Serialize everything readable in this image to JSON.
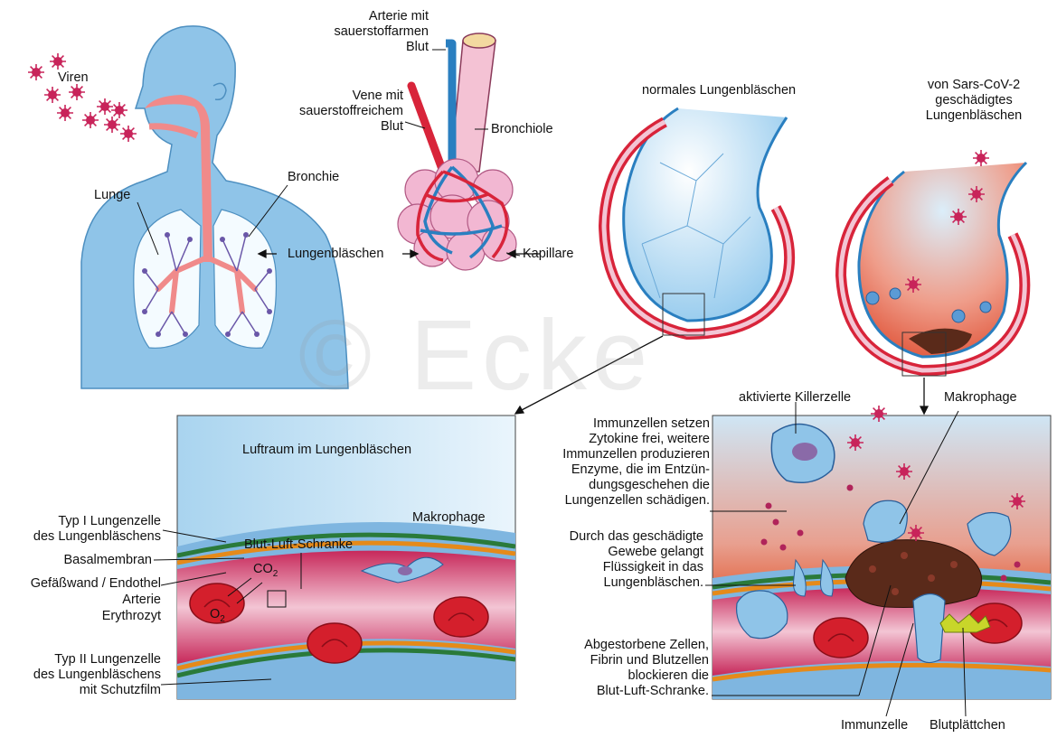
{
  "labels": {
    "viren": "Viren",
    "lunge": "Lunge",
    "bronchie": "Bronchie",
    "lungenblaeschen": "Lungenbläschen",
    "arterie_sauerstoffarm_1": "Arterie mit",
    "arterie_sauerstoffarm_2": "sauerstoffarmen",
    "arterie_sauerstoffarm_3": "Blut",
    "vene_sauerstoffreich_1": "Vene mit",
    "vene_sauerstoffreich_2": "sauerstoffreichem",
    "vene_sauerstoffreich_3": "Blut",
    "bronchiole": "Bronchiole",
    "kapillare": "Kapillare",
    "normales_lungenblaeschen": "normales Lungenbläschen",
    "geschaedigt_1": "von Sars-CoV-2",
    "geschaedigt_2": "geschädigtes",
    "geschaedigt_3": "Lungenbläschen",
    "luftraum": "Luftraum im Lungenbläschen",
    "makrophage_left": "Makrophage",
    "blut_luft_schranke": "Blut-Luft-Schranke",
    "co2": "CO",
    "co2_sub": "2",
    "o2": "O",
    "o2_sub": "2",
    "typ1_1": "Typ I Lungenzelle",
    "typ1_2": "des Lungenbläschens",
    "basalmembran": "Basalmembran",
    "gefaesswand": "Gefäßwand / Endothel",
    "arterie": "Arterie",
    "erythrozyt": "Erythrozyt",
    "typ2_1": "Typ II Lungenzelle",
    "typ2_2": "des Lungenbläschens",
    "typ2_3": "mit Schutzfilm",
    "killerzelle": "aktivierte Killerzelle",
    "makrophage_right": "Makrophage",
    "immun_1": "Immunzellen setzen",
    "immun_2": "Zytokine frei, weitere",
    "immun_3": "Immunzellen produzieren",
    "immun_4": "Enzyme, die im Entzün-",
    "immun_5": "dungsgeschehen die",
    "immun_6": "Lungenzellen schädigen.",
    "gewebe_1": "Durch das geschädigte",
    "gewebe_2": "Gewebe gelangt",
    "gewebe_3": "Flüssigkeit in das",
    "gewebe_4": "Lungenbläschen.",
    "abgest_1": "Abgestorbene Zellen,",
    "abgest_2": "Fibrin und Blutzellen",
    "abgest_3": "blockieren die",
    "abgest_4": "Blut-Luft-Schranke.",
    "immunzelle": "Immunzelle",
    "blutplaettchen": "Blutplättchen",
    "watermark": "© Ecke"
  },
  "colors": {
    "skin_blue": "#8fc4e8",
    "airway_pink": "#f08a8a",
    "artery_red": "#d8243a",
    "vein_blue": "#2a7fc0",
    "alveolus_pink": "#f2b7d2",
    "virus": "#c8245a",
    "inflammation": "#e2603a"
  }
}
